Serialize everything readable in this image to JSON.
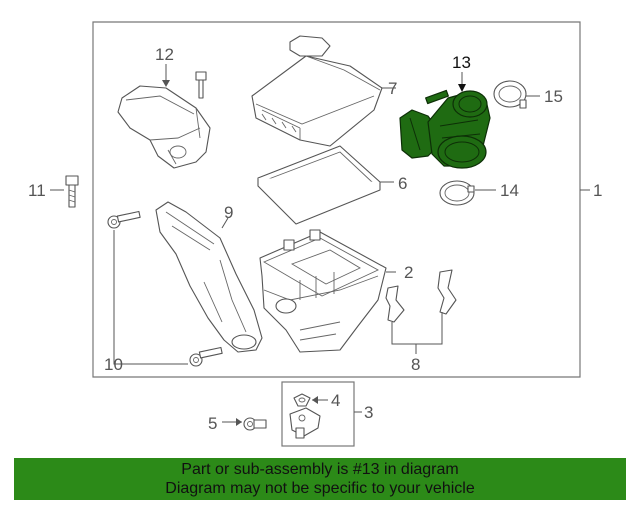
{
  "diagram": {
    "highlight_color": "#2c8a18",
    "callouts": {
      "c1": "1",
      "c2": "2",
      "c3": "3",
      "c4": "4",
      "c5": "5",
      "c6": "6",
      "c7": "7",
      "c8": "8",
      "c9": "9",
      "c10": "10",
      "c11": "11",
      "c12": "12",
      "c13": "13",
      "c14": "14",
      "c15": "15"
    }
  },
  "banner": {
    "line1": "Part or sub-assembly is #13 in diagram",
    "line2": "Diagram may not be specific to your vehicle"
  }
}
